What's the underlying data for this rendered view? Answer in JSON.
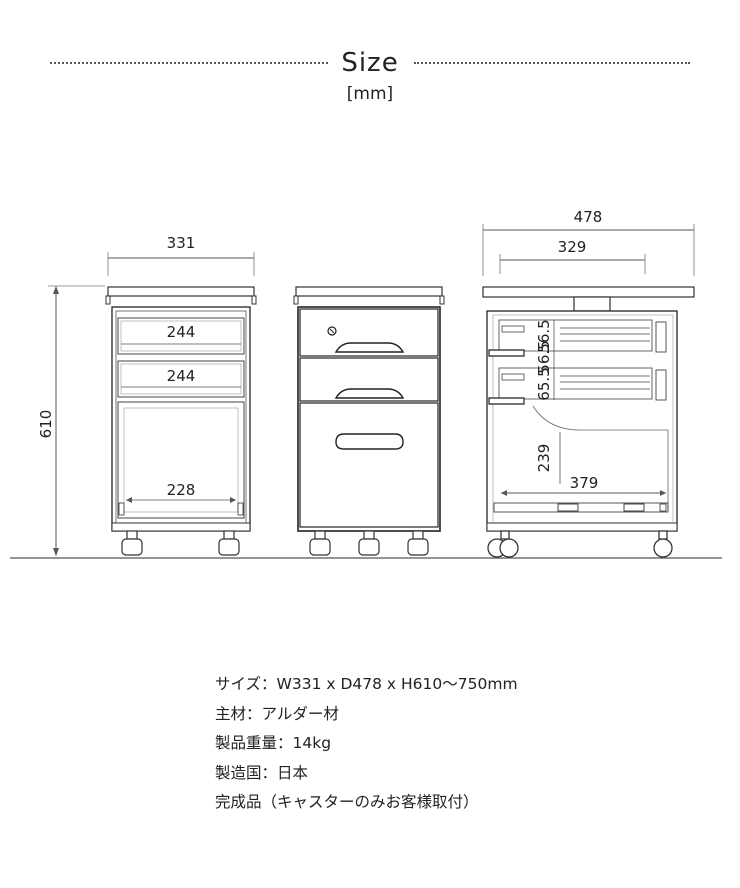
{
  "header": {
    "title": "Size",
    "unit": "[mm]"
  },
  "front_view": {
    "width": "331",
    "drawer1_width": "244",
    "drawer2_width": "244",
    "bottom_width": "228",
    "height": "610"
  },
  "side_view": {
    "depth": "478",
    "inner_depth": "329",
    "drawer1_height": "56.5",
    "drawer2_height": "56.5",
    "drawer3_height": "65.5",
    "bottom_height": "239",
    "rail_length": "379"
  },
  "specs": [
    "サイズ：W331 x D478 x H610〜750mm",
    "主材：アルダー材",
    "製品重量：14kg",
    "製造国：日本",
    "完成品（キャスターのみお客様取付）"
  ]
}
